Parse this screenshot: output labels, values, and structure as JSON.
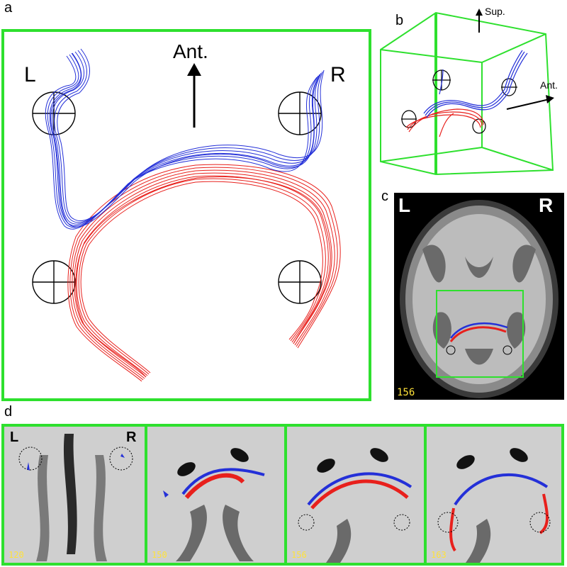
{
  "labels": {
    "a": "a",
    "b": "b",
    "c": "c",
    "d": "d"
  },
  "panel_a": {
    "left": "L",
    "right": "R",
    "direction": "Ant."
  },
  "panel_b": {
    "superior": "Sup.",
    "anterior": "Ant."
  },
  "panel_c": {
    "left": "L",
    "right": "R",
    "slice": "156"
  },
  "panel_d": {
    "left": "L",
    "right": "R",
    "slices": [
      "120",
      "150",
      "156",
      "163"
    ]
  },
  "colors": {
    "frame": "#2ee02e",
    "blue_tract": "#2430d8",
    "red_tract": "#e8201c"
  }
}
